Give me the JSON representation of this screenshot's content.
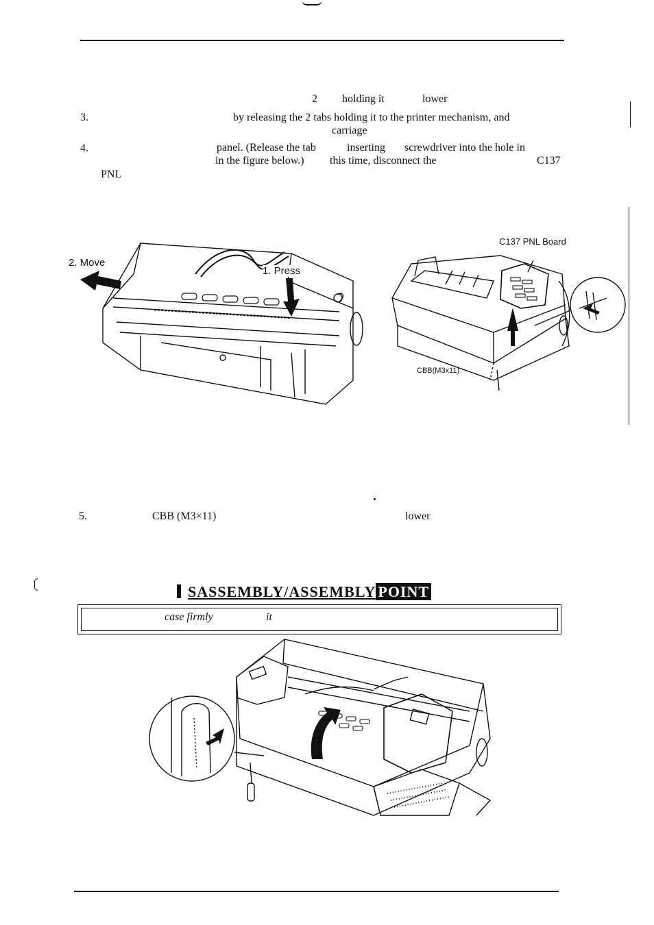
{
  "header_mark": "",
  "lines": {
    "l1_a": "2",
    "l1_b": "holding it",
    "l1_c": "lower",
    "l3_num": "3.",
    "l3_a": "by releasing the 2 tabs holding it to the printer mechanism, and",
    "l3_b": "carriage",
    "l4_num": "4.",
    "l4_a": "panel. (Release the tab",
    "l4_b": "inserting",
    "l4_c": "screwdriver into the hole in",
    "l4_d": "in the figure below.)",
    "l4_e": "this time, disconnect the",
    "l4_f": "C137",
    "l4_g": "PNL",
    "l5_num": "5.",
    "l5_a": "CBB (M3×11)",
    "l5_b": "lower"
  },
  "figure1": {
    "label_move": "2. Move",
    "label_press": "1. Press"
  },
  "figure2": {
    "label_board": "C137 PNL Board",
    "label_screw": "CBB(M3x11)"
  },
  "section": {
    "heading_main": "SASSEMBLY/ASSEMBLY",
    "heading_inv": "POINT",
    "note_a": "case firmly",
    "note_b": "it"
  },
  "icons": {
    "arrow_left": "arrow-left-icon",
    "arrow_down": "arrow-down-icon",
    "arrow_up": "arrow-up-icon",
    "arrow_curved": "arrow-curved-icon"
  }
}
